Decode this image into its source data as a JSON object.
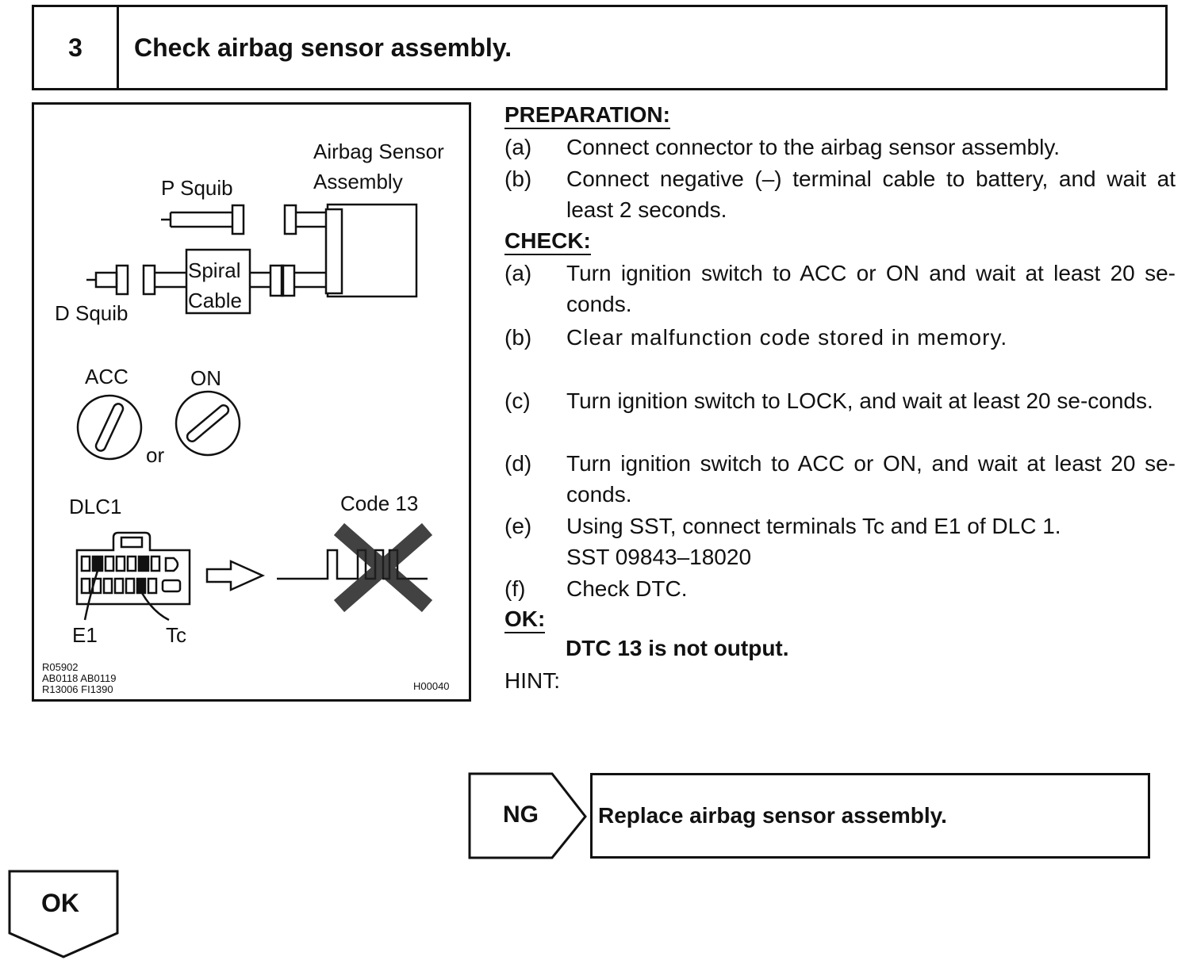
{
  "step": {
    "number": "3",
    "title": "Check airbag sensor assembly."
  },
  "figure": {
    "labels": {
      "airbag_sensor_line1": "Airbag Sensor",
      "airbag_sensor_line2": "Assembly",
      "p_squib": "P Squib",
      "d_squib": "D Squib",
      "spiral_line1": "Spiral",
      "spiral_line2": "Cable",
      "acc": "ACC",
      "on": "ON",
      "or": "or",
      "dlc1": "DLC1",
      "code13": "Code 13",
      "e1": "E1",
      "tc": "Tc"
    },
    "ref_codes": [
      "R05902",
      "AB0118  AB0119",
      "R13006  FI1390"
    ],
    "fig_id": "H00040"
  },
  "preparation": {
    "heading": "PREPARATION:",
    "items": [
      {
        "label": "(a)",
        "text": "Connect connector to the airbag sensor assembly."
      },
      {
        "label": "(b)",
        "text": "Connect negative (–) terminal cable to battery, and wait at least 2 seconds."
      }
    ]
  },
  "check": {
    "heading": "CHECK:",
    "items": [
      {
        "label": "(a)",
        "text": "Turn ignition switch to ACC or ON and wait at least 20 se-conds."
      },
      {
        "label": "(b)",
        "text": "Clear malfunction code stored in memory."
      },
      {
        "label": "(c)",
        "text": "Turn ignition switch to LOCK, and wait at least 20 se-conds."
      },
      {
        "label": "(d)",
        "text": "Turn ignition switch to ACC or ON, and wait at least 20 se-conds."
      },
      {
        "label": "(e)",
        "text": "Using SST, connect terminals Tc and E1 of DLC 1.",
        "text2": "SST 09843–18020"
      },
      {
        "label": "(f)",
        "text": "Check DTC."
      }
    ]
  },
  "ok": {
    "heading": "OK:",
    "result": "DTC 13 is not output."
  },
  "hint": "HINT:",
  "ng": {
    "label": "NG",
    "action": "Replace airbag sensor assembly."
  },
  "ok_flow": {
    "label": "OK"
  }
}
